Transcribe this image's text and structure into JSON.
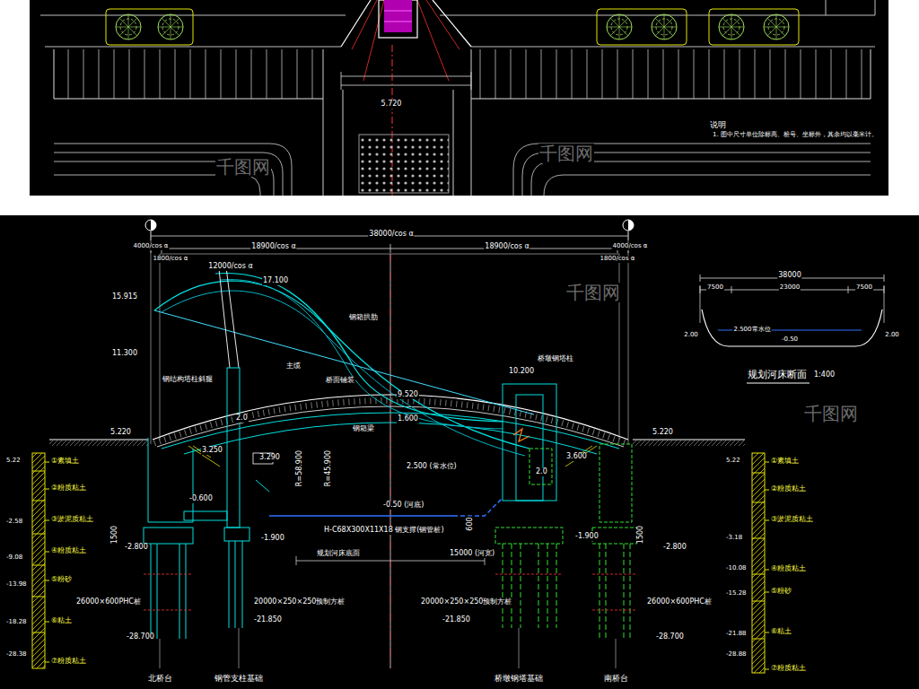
{
  "diagram": {
    "labels": [
      "5.720",
      "说明",
      "1. 图中尺寸单位除标高、桩号、坐标外，其余均以毫米计。",
      "38000/cos α",
      "4000/cos α",
      "18900/cos α",
      "18900/cos α",
      "4000/cos α",
      "1800/cos α",
      "1800/cos α",
      "12000/cos α",
      "17.100",
      "15.915",
      "11.300",
      "钢箱拱肋",
      "主缆",
      "钢结构塔柱斜腿",
      "桥面铺装",
      "钢箱梁",
      "10.200",
      "桥墩钢塔柱",
      "9.520",
      "1.600",
      "5.220",
      "5.220",
      "3.250",
      "3.290",
      "3.600",
      "R=58.900",
      "R=45.900",
      "2.500 (常水位)",
      "2.0",
      "2.0",
      "-0.600",
      "-0.50 (河底)",
      "1500",
      "1500",
      "600",
      "H-C68X300X11X18 钢支撑(钢管桩)",
      "-2.800",
      "-1.900",
      "-1.900",
      "-2.800",
      "规划河床底面",
      "15000 (河宽)",
      "26000×600PHC桩",
      "20000×250×250预制方桩",
      "20000×250×250预制方桩",
      "26000×600PHC桩",
      "-21.850",
      "-21.850",
      "-28.700",
      "-28.700",
      "北桥台",
      "钢管支柱基础",
      "桥墩钢塔基础",
      "南桥台",
      "38000",
      "7500",
      "23000",
      "7500",
      "2.00",
      "2.00",
      "2.500常水位",
      "-0.50",
      "规划河床断面",
      "1:400",
      "①素填土",
      "②粉质粘土",
      "③淤泥质粘土",
      "④粉质粘土",
      "⑤粉砂",
      "⑥粘土",
      "⑦粉质粘土",
      "5.22",
      "-2.58",
      "-9.08",
      "-13.98",
      "-18.28",
      "-28.38",
      "①素填土",
      "②粉质粘土",
      "③淤泥质粘土",
      "④粉质粘土",
      "⑤粉砂",
      "⑥粘土",
      "⑦粉质粘土",
      "5.22",
      "-3.18",
      "-10.08",
      "-15.28",
      "-21.88",
      "-28.88",
      "千图网",
      "千图网",
      "千图网",
      "千图网"
    ]
  }
}
